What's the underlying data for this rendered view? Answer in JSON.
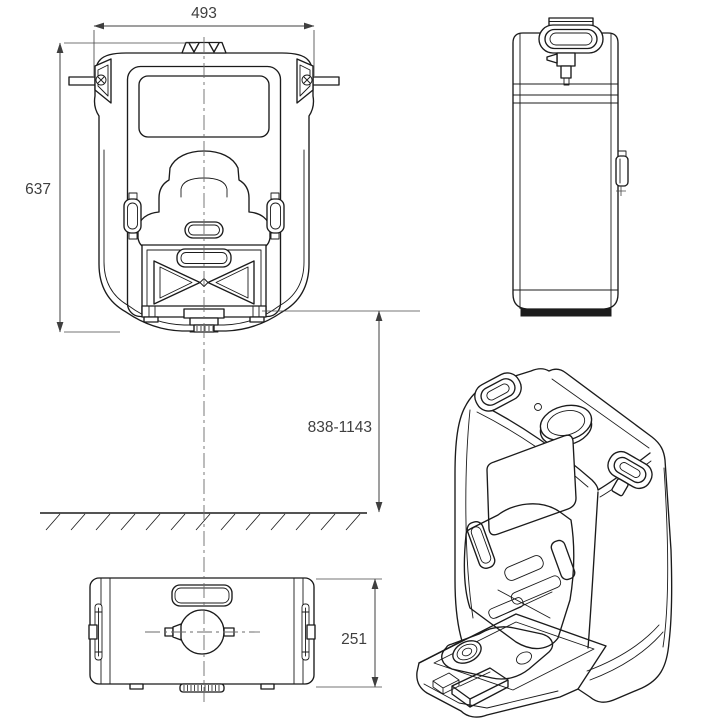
{
  "page": {
    "background_color": "#ffffff"
  },
  "drawing": {
    "line_color": "#1b1b1b",
    "centerline_color": "#6a6a6a",
    "dimension_color": "#3f3f3f",
    "dimensions": {
      "width": "493",
      "height": "637",
      "mounting_height_range": "838-1143",
      "depth": "251"
    }
  }
}
